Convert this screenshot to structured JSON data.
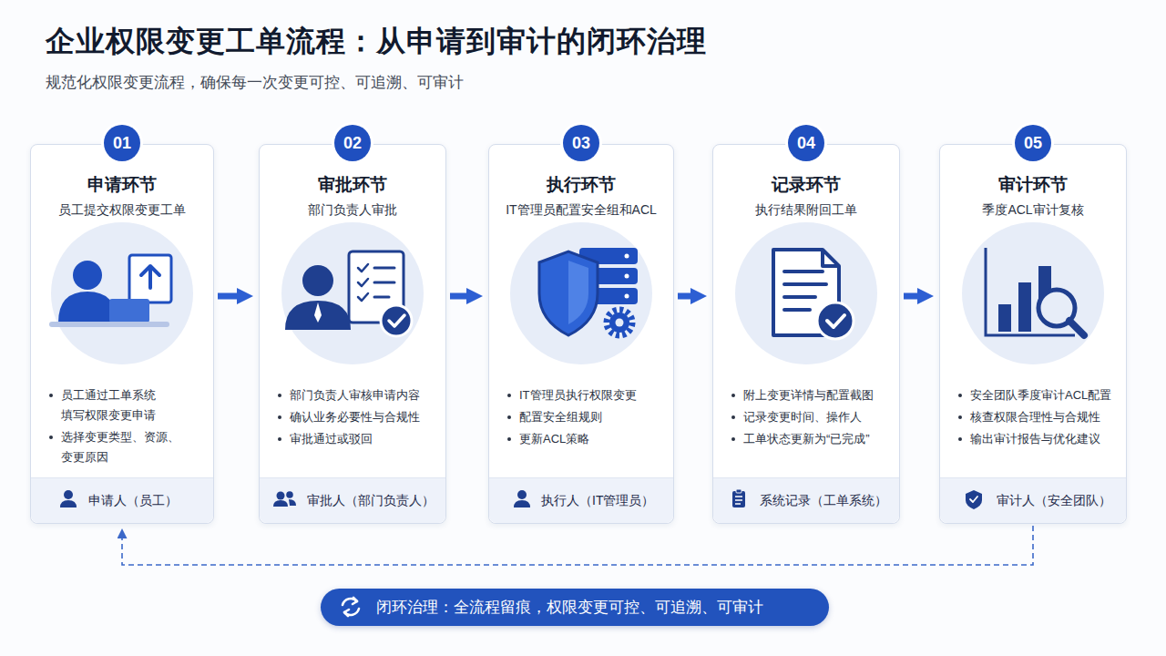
{
  "diagram": {
    "title": "企业权限变更工单流程：从申请到审计的闭环治理",
    "caption": "规范化权限变更流程，确保每一次变更可控、可追溯、可审计",
    "nodes": [
      {
        "text": [
          "01",
          "申请环节",
          "员工提交权限变更工单",
          "员工通过工单系统 填写权限变更申请",
          "选择变更类型、资源、 变更原因"
        ]
      },
      {
        "text": [
          "申请人（员工）"
        ],
        "in": 0
      },
      {
        "text": [
          "02",
          "审批环节",
          "部门负责人审批",
          "部门负责人审核申请内容",
          "确认业务必要性与合规性",
          "审批通过或驳回"
        ]
      },
      {
        "text": [
          "审批人（部门负责人）"
        ],
        "in": 2
      },
      {
        "text": [
          "03",
          "执行环节",
          "IT管理员配置安全组和ACL",
          "IT管理员执行权限变更",
          "配置安全组规则",
          "更新ACL策略"
        ]
      },
      {
        "text": [
          "执行人（IT管理员）"
        ],
        "in": 4
      },
      {
        "text": [
          "04",
          "记录环节",
          "执行结果附回工单",
          "附上变更详情与配置截图",
          "记录变更时间、操作人",
          "工单状态更新为“已完成”"
        ]
      },
      {
        "text": [
          "系统记录（工单系统）"
        ],
        "in": 6
      },
      {
        "text": [
          "05",
          "审计环节",
          "季度ACL审计复核",
          "安全团队季度审计ACL配置",
          "核查权限合理性与合规性",
          "输出审计报告与优化建议"
        ]
      },
      {
        "text": [
          "审计人（安全团队）"
        ],
        "in": 8
      },
      {
        "text": [
          "闭环治理：全流程留痕，权限变更可控、可追溯、可审计"
        ]
      }
    ],
    "edges": [
      {
        "from": 0,
        "to": 2,
        "arrow": "to"
      },
      {
        "from": 2,
        "to": 4,
        "arrow": "to"
      },
      {
        "from": 4,
        "to": 6,
        "arrow": "to"
      },
      {
        "from": 6,
        "to": 8,
        "arrow": "to"
      },
      {
        "from": 8,
        "to": 0,
        "arrow": "to"
      }
    ]
  }
}
